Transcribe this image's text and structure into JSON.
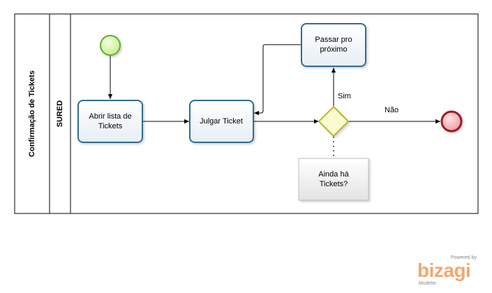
{
  "pool": {
    "name": "Confirmação de Tickets"
  },
  "lane": {
    "name": "SURED"
  },
  "tasks": {
    "abrir": [
      "Abrir lista de",
      "Tickets"
    ],
    "julgar": [
      "Julgar Ticket"
    ],
    "passar": [
      "Passar pro",
      "próximo"
    ]
  },
  "gateway": {
    "yes_label": "Sim",
    "no_label": "Não"
  },
  "annotation": [
    "Ainda há",
    "Tickets?"
  ],
  "branding": {
    "powered": "Powered by",
    "logo": "bizagi",
    "product": "Modeler"
  },
  "colors": {
    "task_border": "#2e6d93",
    "start_fill": "#d6f3a6",
    "start_border": "#5fae2c",
    "end_fill": "#f4c2c4",
    "end_border": "#9b1b24",
    "gateway_fill": "#fbfbd0",
    "gateway_border": "#b9b927",
    "logo_color": "#f3a76e"
  }
}
